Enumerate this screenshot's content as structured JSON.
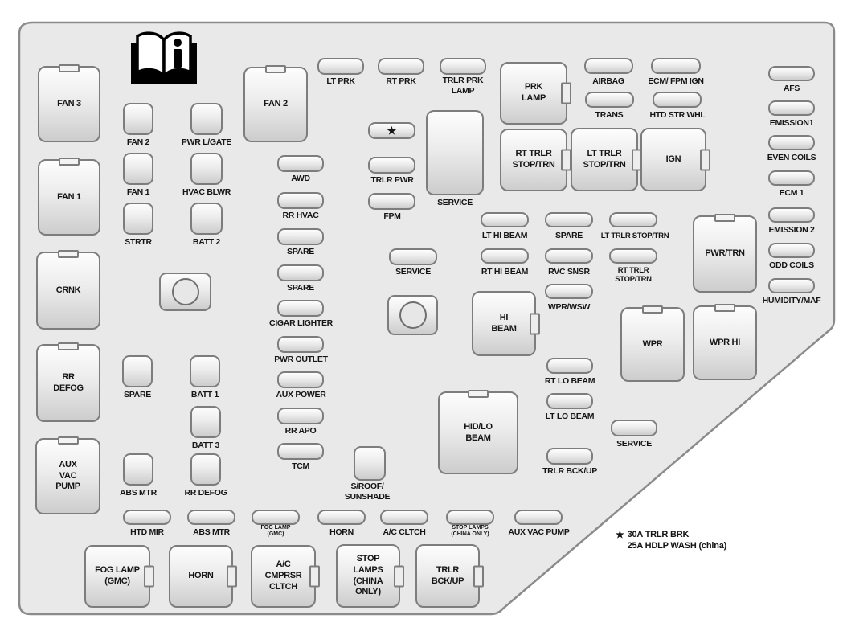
{
  "panel": {
    "name": "engine compartment fuse block diagram",
    "colors": {
      "panel_fill": "#e9e9e9",
      "panel_stroke": "#8b8b8b",
      "fuse_border": "#7d7d7d",
      "text": "#151515"
    },
    "icons": {
      "book": "info-book-icon"
    }
  },
  "labels": {
    "fan3": "FAN 3",
    "fan1": "FAN 1",
    "crnk": "CRNK",
    "rr_defog_big": "RR\nDEFOG",
    "aux_vac_pump_big": "AUX\nVAC\nPUMP",
    "fan2": "FAN 2",
    "pwr_lgate": "PWR L/GATE",
    "hvac_blwr": "HVAC BLWR",
    "strtr": "STRTR",
    "batt2": "BATT 2",
    "spare": "SPARE",
    "batt1": "BATT 1",
    "batt3": "BATT 3",
    "abs_mtr": "ABS MTR",
    "rr_defog": "RR DEFOG",
    "htd_mir": "HTD MIR",
    "awd": "AWD",
    "rr_hvac": "RR HVAC",
    "cigar_lighter": "CIGAR LIGHTER",
    "pwr_outlet": "PWR OUTLET",
    "aux_power": "AUX POWER",
    "rr_apo": "RR APO",
    "tcm": "TCM",
    "sroof_sunshade": "S/ROOF/\nSUNSHADE",
    "lt_prk": "LT PRK",
    "rt_prk": "RT PRK",
    "trlr_prk_lamp": "TRLR PRK\nLAMP",
    "star": "★",
    "trlr_pwr": "TRLR PWR",
    "fpm": "FPM",
    "service": "SERVICE",
    "prk_lamp": "PRK\nLAMP",
    "airbag": "AIRBAG",
    "trans": "TRANS",
    "ecm_fpm_ign": "ECM/ FPM IGN",
    "htd_str_whl": "HTD STR WHL",
    "rt_trlr_stop_trn": "RT TRLR\nSTOP/TRN",
    "lt_trlr_stop_trn": "LT TRLR\nSTOP/TRN",
    "ign": "IGN",
    "afs": "AFS",
    "emission1": "EMISSION1",
    "even_coils": "EVEN COILS",
    "ecm1": "ECM 1",
    "emission2": "EMISSION 2",
    "odd_coils": "ODD COILS",
    "humidity_maf": "HUMIDITY/MAF",
    "lt_hi_beam": "LT HI BEAM",
    "rt_hi_beam": "RT HI BEAM",
    "lt_trlr_stop_trn_1l": "LT TRLR STOP/TRN",
    "rvc_snsr": "RVC SNSR",
    "wpr_wsw": "WPR/WSW",
    "hi_beam": "HI\nBEAM",
    "hid_lo_beam": "HID/LO\nBEAM",
    "pwr_trn": "PWR/TRN",
    "wpr": "WPR",
    "wpr_hi": "WPR HI",
    "rt_lo_beam": "RT LO BEAM",
    "lt_lo_beam": "LT LO BEAM",
    "trlr_bck_up": "TRLR BCK/UP",
    "fog_lamp_gmc": "FOG LAMP\n(GMC)",
    "horn": "HORN",
    "ac_cltch": "A/C CLTCH",
    "stop_lamps_small": "STOP LAMPS\n(CHINA ONLY)",
    "aux_vac_pump": "AUX VAC PUMP",
    "ac_cmprsr_cltch": "A/C\nCMPRSR\nCLTCH",
    "stop_lamps_relay": "STOP\nLAMPS\n(CHINA\nONLY)",
    "trlr_bck_up_relay": "TRLR\nBCK/UP"
  },
  "footnote": {
    "star": "★",
    "line1": "30A TRLR BRK",
    "line2": "25A HDLP WASH (china)"
  }
}
